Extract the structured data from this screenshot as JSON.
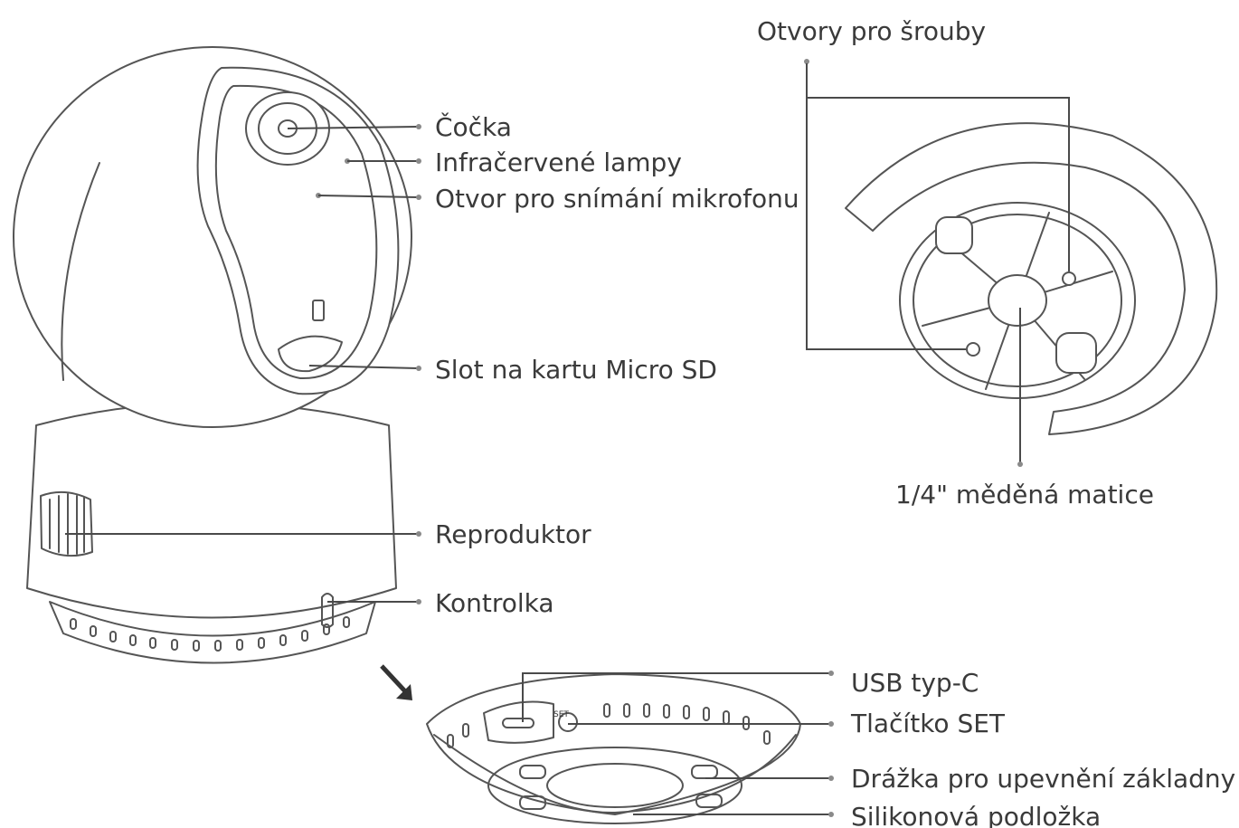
{
  "labels": {
    "lens": "Čočka",
    "ir_lamps": "Infračervené lampy",
    "mic": "Otvor pro snímání mikrofonu",
    "sd_slot": "Slot na kartu Micro SD",
    "speaker": "Reproduktor",
    "indicator": "Kontrolka",
    "screw_holes": "Otvory pro šrouby",
    "copper_nut": "1/4\" měděná matice",
    "usb": "USB typ-C",
    "set_button": "Tlačítko SET",
    "base_groove": "Drážka pro upevnění základny",
    "silicone_pad": "Silikonová podložka",
    "set_mark": "SET"
  }
}
